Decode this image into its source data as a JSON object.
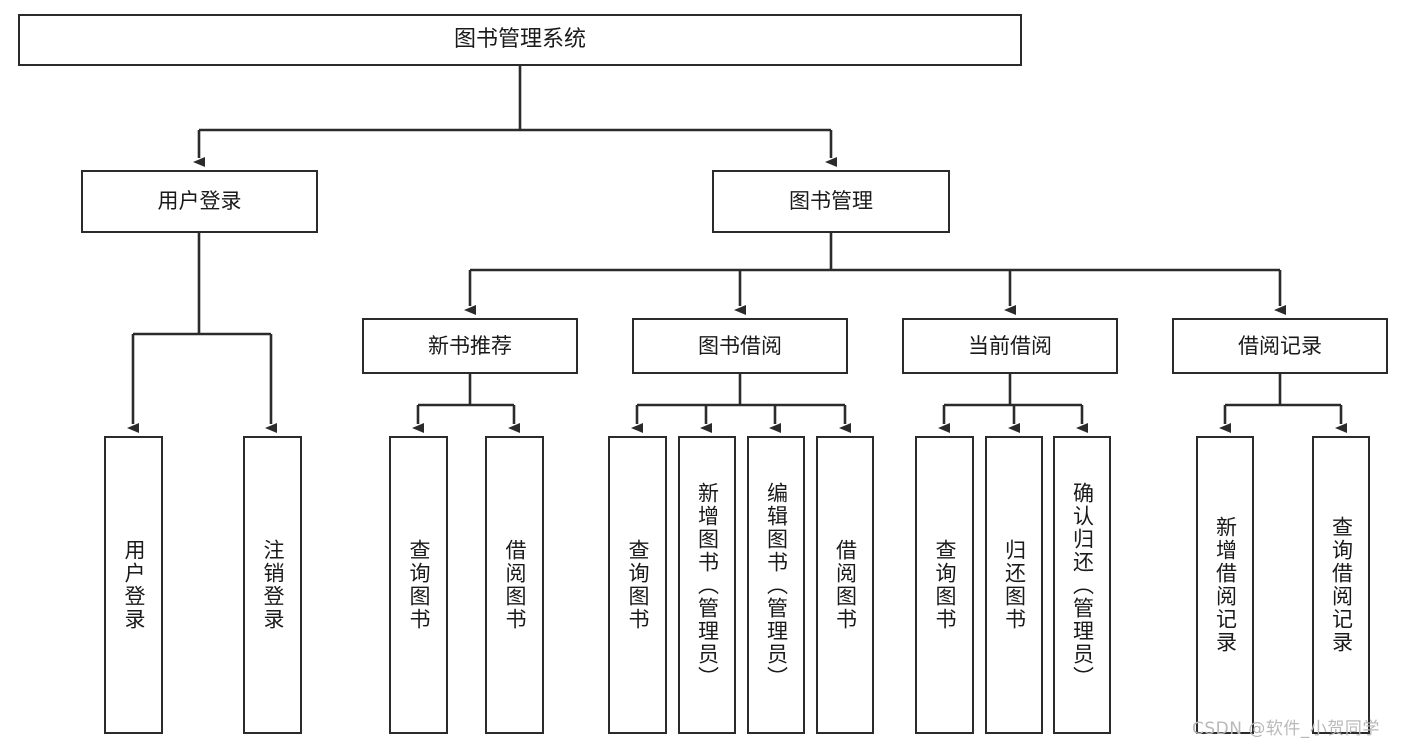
{
  "diagram": {
    "type": "tree",
    "title": "图书管理系统",
    "stroke_color": "#2b2b2b",
    "background_color": "#ffffff",
    "text_color": "#1a1a1a",
    "nodes": {
      "root": {
        "label": "图书管理系统"
      },
      "level2": [
        {
          "id": "user-login",
          "label": "用户登录"
        },
        {
          "id": "book-manage",
          "label": "图书管理"
        }
      ],
      "level3": [
        {
          "id": "new-book-recommend",
          "label": "新书推荐"
        },
        {
          "id": "book-borrow",
          "label": "图书借阅"
        },
        {
          "id": "current-borrow",
          "label": "当前借阅"
        },
        {
          "id": "borrow-record",
          "label": "借阅记录"
        }
      ],
      "leaves": {
        "user_login": [
          {
            "id": "leaf-user-login",
            "label": "用户登录"
          },
          {
            "id": "leaf-logout-login",
            "label": "注销登录"
          }
        ],
        "new_book_recommend": [
          {
            "id": "leaf-query-book-1",
            "label": "查询图书"
          },
          {
            "id": "leaf-borrow-book-1",
            "label": "借阅图书"
          }
        ],
        "book_borrow": [
          {
            "id": "leaf-query-book-2",
            "label": "查询图书"
          },
          {
            "id": "leaf-add-book-admin",
            "label": "新增图书（管理员）"
          },
          {
            "id": "leaf-edit-book-admin",
            "label": "编辑图书（管理员）"
          },
          {
            "id": "leaf-borrow-book-2",
            "label": "借阅图书"
          }
        ],
        "current_borrow": [
          {
            "id": "leaf-query-book-3",
            "label": "查询图书"
          },
          {
            "id": "leaf-return-book",
            "label": "归还图书"
          },
          {
            "id": "leaf-confirm-return-admin",
            "label": "确认归还（管理员）"
          }
        ],
        "borrow_record": [
          {
            "id": "leaf-add-borrow-record",
            "label": "新增借阅记录"
          },
          {
            "id": "leaf-query-borrow-record",
            "label": "查询借阅记录"
          }
        ]
      }
    }
  },
  "watermark": {
    "text": "CSDN @软件_小贺同学"
  }
}
